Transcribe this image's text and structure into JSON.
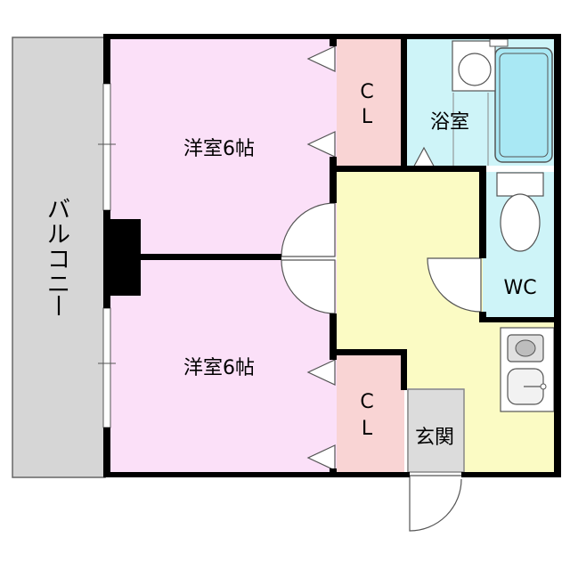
{
  "rooms": {
    "western_room_1": {
      "label": "洋室6帖"
    },
    "western_room_2": {
      "label": "洋室6帖"
    },
    "closet_1": {
      "label_top": "C",
      "label_bottom": "L"
    },
    "closet_2": {
      "label_top": "C",
      "label_bottom": "L"
    },
    "bathroom": {
      "label": "浴室"
    },
    "toilet": {
      "label": "WC"
    },
    "entrance": {
      "label": "玄関"
    },
    "balcony": {
      "chars": [
        "バ",
        "ル",
        "コ",
        "ニ",
        "ー"
      ]
    }
  },
  "colors": {
    "western_room": "#fbe0f8",
    "closet": "#f9d4d4",
    "bathroom": "#cef4f8",
    "bathtub": "#a9e8f4",
    "toilet": "#cef4f8",
    "ldk": "#fbfbc4",
    "entrance": "#dcdcdc",
    "balcony": "#d6d6d6",
    "wall": "#000000"
  }
}
